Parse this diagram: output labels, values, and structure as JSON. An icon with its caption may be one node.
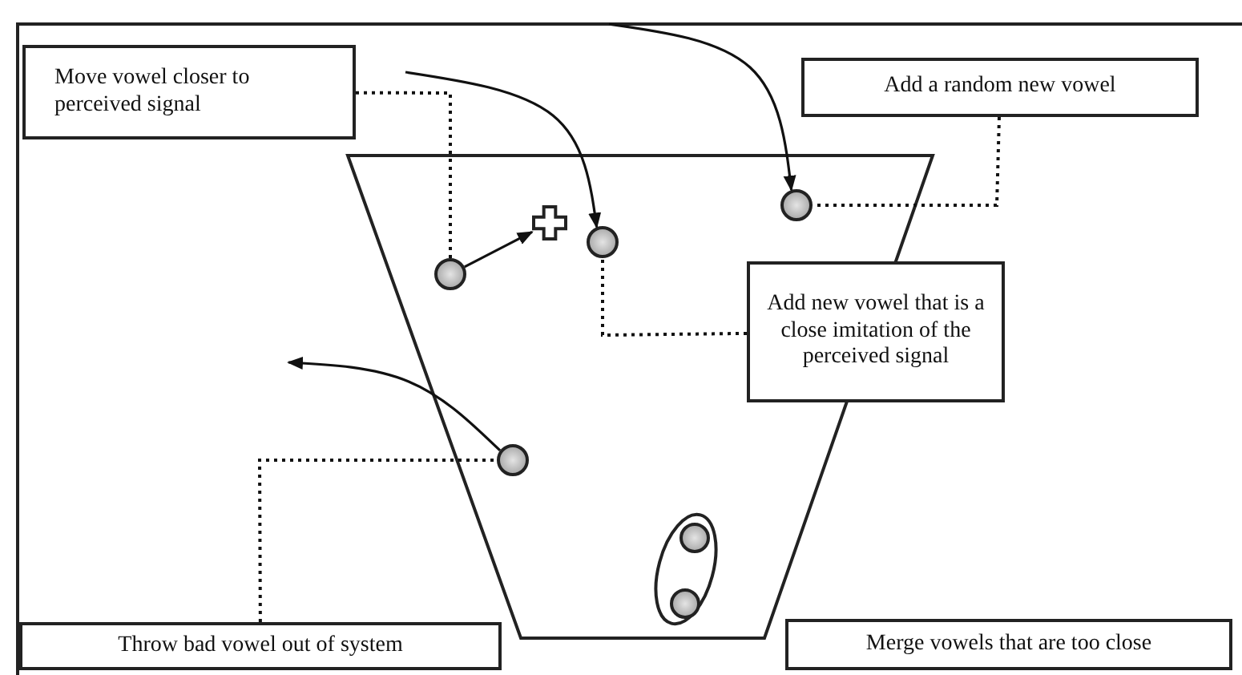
{
  "diagram": {
    "nodes": [
      {
        "text": [
          "Move vowel closer to perceived signal"
        ]
      },
      {
        "text": [
          "Add a random new vowel"
        ]
      },
      {
        "text": [],
        "shape": "trapezoid"
      },
      {
        "text": [],
        "shape": "circle",
        "in": 2
      },
      {
        "text": [],
        "shape": "cross",
        "in": 2
      },
      {
        "text": [],
        "shape": "circle",
        "in": 2
      },
      {
        "text": [],
        "shape": "circle",
        "in": 2
      },
      {
        "text": [
          "Add new vowel that is a close imitation of the perceived signal"
        ]
      },
      {
        "text": [],
        "shape": "circle",
        "in": 2
      },
      {
        "text": [],
        "shape": "ellipse",
        "in": 2
      },
      {
        "text": [],
        "shape": "circle",
        "in": 9
      },
      {
        "text": [],
        "shape": "circle",
        "in": 9
      },
      {
        "text": [
          "Throw bad vowel out of system"
        ]
      },
      {
        "text": [
          "Merge vowels that are too close"
        ]
      }
    ],
    "edges": [
      {
        "from": null,
        "to": 5,
        "arrow": "to"
      },
      {
        "from": null,
        "to": 6,
        "arrow": "to"
      },
      {
        "from": 3,
        "to": 4,
        "arrow": "to"
      },
      {
        "from": 8,
        "to": null,
        "arrow": "to"
      },
      {
        "from": 0,
        "to": 3,
        "arrow": "none",
        "style": "dashed"
      },
      {
        "from": 1,
        "to": 6,
        "arrow": "none",
        "style": "dashed"
      },
      {
        "from": 7,
        "to": 5,
        "arrow": "none",
        "style": "dashed"
      },
      {
        "from": 12,
        "to": 8,
        "arrow": "none",
        "style": "dashed"
      }
    ]
  }
}
